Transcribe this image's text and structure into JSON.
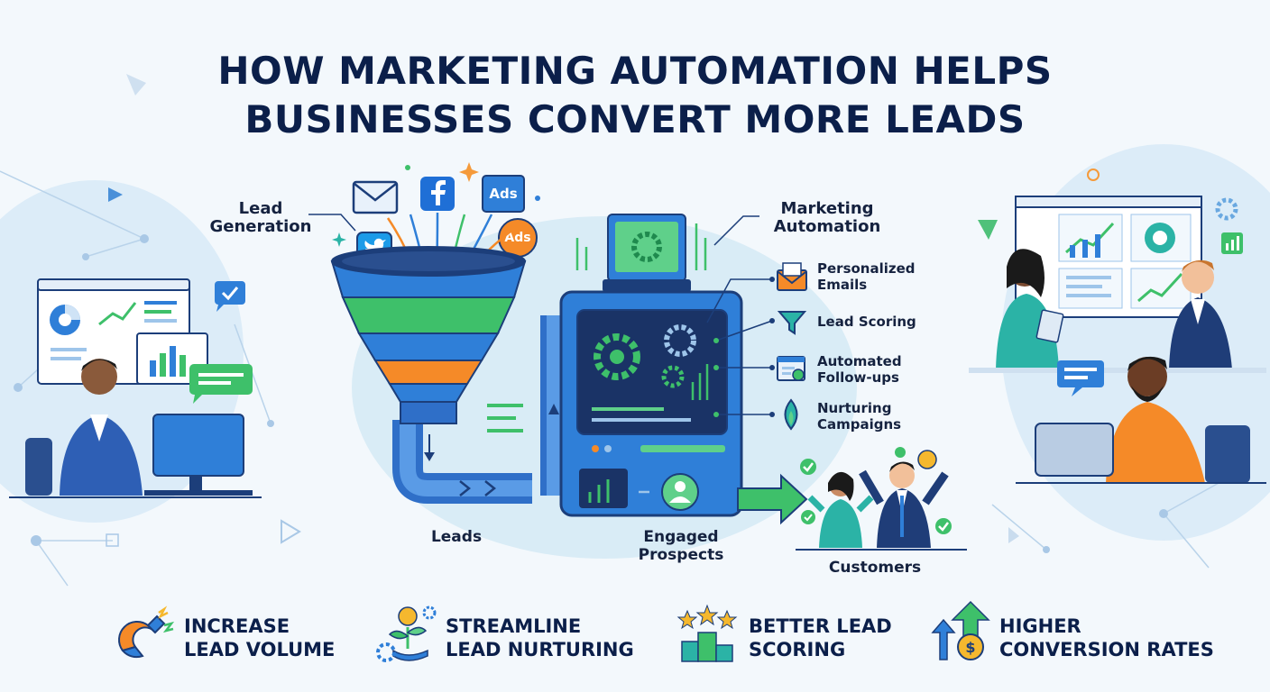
{
  "title": {
    "line1": "HOW MARKETING AUTOMATION HELPS",
    "line2": "BUSINESSES CONVERT MORE LEADS"
  },
  "diagram": {
    "lead_generation": {
      "line1": "Lead",
      "line2": "Generation"
    },
    "marketing_automation": {
      "line1": "Marketing",
      "line2": "Automation"
    },
    "sources": [
      {
        "label": "Ads"
      },
      {
        "label": "Ads"
      }
    ],
    "features": [
      {
        "line1": "Personalized",
        "line2": "Emails"
      },
      {
        "line1": "Lead Scoring",
        "line2": ""
      },
      {
        "line1": "Automated",
        "line2": "Follow-ups"
      },
      {
        "line1": "Nurturing",
        "line2": "Campaigns"
      }
    ],
    "leads": "Leads",
    "engaged_prospects": {
      "line1": "Engaged",
      "line2": "Prospects"
    },
    "customers": "Customers"
  },
  "benefits": [
    {
      "line1": "INCREASE",
      "line2": "LEAD VOLUME",
      "icon": "magnet-icon"
    },
    {
      "line1": "STREAMLINE",
      "line2": "LEAD NURTURING",
      "icon": "plant-growth-icon"
    },
    {
      "line1": "BETTER LEAD",
      "line2": "SCORING",
      "icon": "star-podium-icon"
    },
    {
      "line1": "HIGHER",
      "line2": "CONVERSION RATES",
      "icon": "conversion-arrow-icon"
    }
  ],
  "colors": {
    "navy": "#0b1f4a",
    "blue": "#2f7fd8",
    "green": "#3ec06a",
    "orange": "#f58a28",
    "teal": "#2bb3a6"
  }
}
